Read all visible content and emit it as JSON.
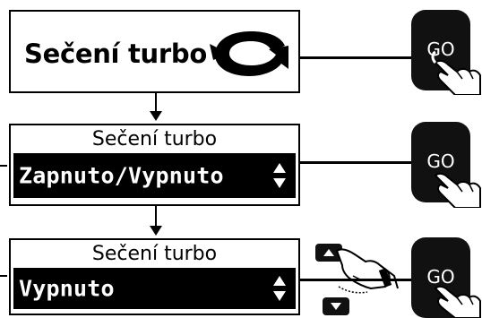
{
  "steps": [
    {
      "title": "Sečení turbo",
      "icon": "turbo-icon",
      "button": "GO"
    },
    {
      "title": "Sečení turbo",
      "value": "Zapnuto/Vypnuto",
      "button": "GO"
    },
    {
      "title": "Sečení turbo",
      "value": "Vypnuto",
      "button": "GO"
    }
  ],
  "colors": {
    "ink": "#000000",
    "button": "#111111",
    "background": "#ffffff"
  }
}
